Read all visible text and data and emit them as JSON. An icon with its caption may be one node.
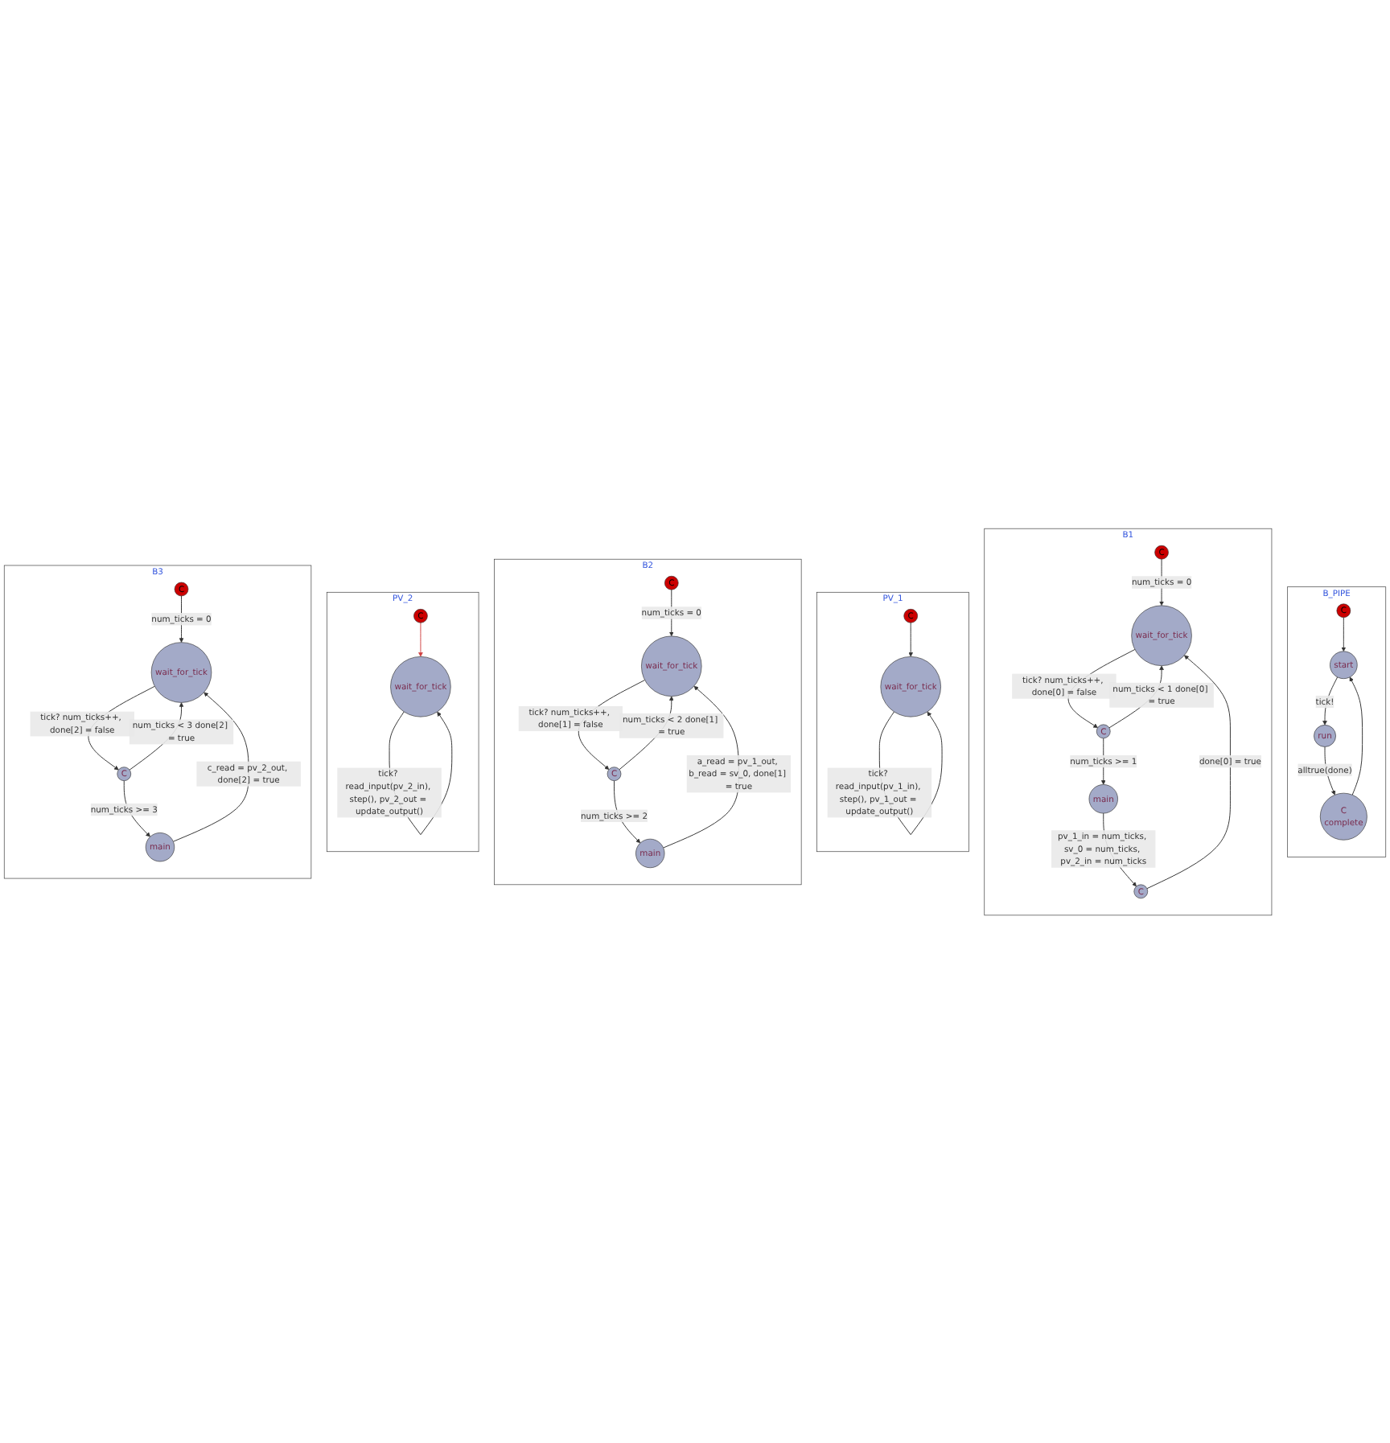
{
  "diagram": {
    "nodes": [
      {
        "text": [
          "B_PIPE"
        ]
      },
      {
        "text": [
          "C"
        ],
        "in": 0
      },
      {
        "text": [
          "start"
        ],
        "in": 0
      },
      {
        "text": [
          "run"
        ],
        "in": 0
      },
      {
        "text": [
          "C",
          "complete"
        ],
        "in": 0
      },
      {
        "text": [
          "B1"
        ]
      },
      {
        "text": [
          "C"
        ],
        "in": 5
      },
      {
        "text": [
          "wait_for_tick"
        ],
        "in": 5
      },
      {
        "text": [
          "C"
        ],
        "in": 5
      },
      {
        "text": [
          "main"
        ],
        "in": 5
      },
      {
        "text": [
          "C"
        ],
        "in": 5
      },
      {
        "text": [
          "PV_1"
        ]
      },
      {
        "text": [
          "C"
        ],
        "in": 11
      },
      {
        "text": [
          "wait_for_tick"
        ],
        "in": 11
      },
      {
        "text": [
          "B2"
        ]
      },
      {
        "text": [
          "C"
        ],
        "in": 14
      },
      {
        "text": [
          "wait_for_tick"
        ],
        "in": 14
      },
      {
        "text": [
          "C"
        ],
        "in": 14
      },
      {
        "text": [
          "main"
        ],
        "in": 14
      },
      {
        "text": [
          "PV_2"
        ]
      },
      {
        "text": [
          "C"
        ],
        "in": 19
      },
      {
        "text": [
          "wait_for_tick"
        ],
        "in": 19
      },
      {
        "text": [
          "B3"
        ]
      },
      {
        "text": [
          "C"
        ],
        "in": 22
      },
      {
        "text": [
          "wait_for_tick"
        ],
        "in": 22
      },
      {
        "text": [
          "C"
        ],
        "in": 22
      },
      {
        "text": [
          "main"
        ],
        "in": 22
      }
    ],
    "edges": [
      {
        "from": 1,
        "to": 2,
        "arrow": "to"
      },
      {
        "from": 2,
        "to": 3,
        "arrow": "to",
        "label": "tick!"
      },
      {
        "from": 3,
        "to": 4,
        "arrow": "to",
        "label": "alltrue(done)"
      },
      {
        "from": 4,
        "to": 2,
        "arrow": "to"
      },
      {
        "from": 6,
        "to": 7,
        "arrow": "to",
        "label": "num_ticks = 0"
      },
      {
        "from": 7,
        "to": 8,
        "arrow": "to",
        "label": "tick? num_ticks++, done[0] = false"
      },
      {
        "from": 8,
        "to": 7,
        "arrow": "to",
        "label": "num_ticks < 1 done[0] = true"
      },
      {
        "from": 8,
        "to": 9,
        "arrow": "to",
        "label": "num_ticks >= 1"
      },
      {
        "from": 9,
        "to": 10,
        "arrow": "to",
        "label": "pv_1_in = num_ticks, sv_0 = num_ticks, pv_2_in = num_ticks"
      },
      {
        "from": 10,
        "to": 7,
        "arrow": "to",
        "label": "done[0] = true"
      },
      {
        "from": 12,
        "to": 13,
        "arrow": "to"
      },
      {
        "from": 13,
        "to": 13,
        "arrow": "to",
        "label": "tick? read_input(pv_1_in), step(), pv_1_out = update_output()"
      },
      {
        "from": 15,
        "to": 16,
        "arrow": "to",
        "label": "num_ticks = 0"
      },
      {
        "from": 16,
        "to": 17,
        "arrow": "to",
        "label": "tick? num_ticks++, done[1] = false"
      },
      {
        "from": 17,
        "to": 16,
        "arrow": "to",
        "label": "num_ticks < 2 done[1] = true"
      },
      {
        "from": 17,
        "to": 18,
        "arrow": "to",
        "label": "num_ticks >= 2"
      },
      {
        "from": 18,
        "to": 16,
        "arrow": "to",
        "label": "a_read = pv_1_out, b_read = sv_0, done[1] = true"
      },
      {
        "from": 20,
        "to": 21,
        "arrow": "to",
        "color": "#d04040"
      },
      {
        "from": 21,
        "to": 21,
        "arrow": "to",
        "label": "tick? read_input(pv_2_in), step(), pv_2_out = update_output()"
      },
      {
        "from": 23,
        "to": 24,
        "arrow": "to",
        "label": "num_ticks = 0"
      },
      {
        "from": 24,
        "to": 25,
        "arrow": "to",
        "label": "tick? num_ticks++, done[2] = false"
      },
      {
        "from": 25,
        "to": 24,
        "arrow": "to",
        "label": "num_ticks < 3 done[2] = true"
      },
      {
        "from": 25,
        "to": 26,
        "arrow": "to",
        "label": "num_ticks >= 3"
      },
      {
        "from": 26,
        "to": 24,
        "arrow": "to",
        "label": "c_read = pv_2_out, done[2] = true"
      }
    ]
  }
}
